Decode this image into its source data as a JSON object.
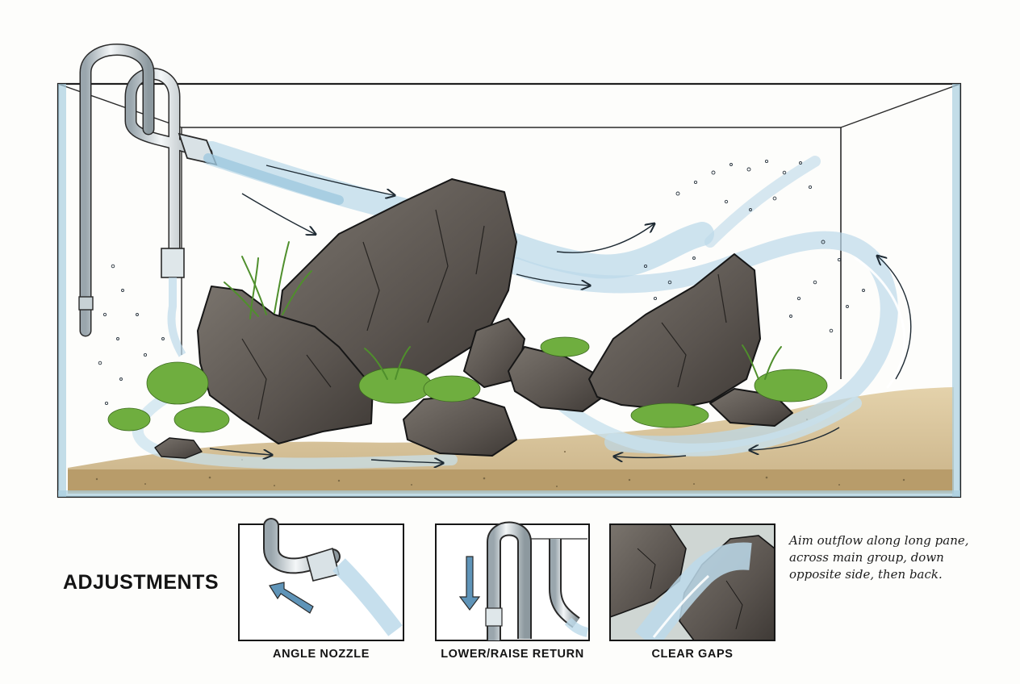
{
  "adjustments": {
    "heading": "ADJUSTMENTS",
    "panels": [
      {
        "label": "ANGLE NOZZLE"
      },
      {
        "label": "LOWER/RAISE RETURN"
      },
      {
        "label": "CLEAR GAPS"
      }
    ]
  },
  "note": {
    "lines": [
      "Aim outflow along long pane,",
      "across main group, down",
      "opposite side, then back."
    ]
  },
  "colors": {
    "water": "#bcd9ea",
    "rock": "#5b5651",
    "sand": "#d9c49a",
    "moss": "#6fae3f",
    "glass": "#a9cfe0",
    "ink": "#141414"
  }
}
